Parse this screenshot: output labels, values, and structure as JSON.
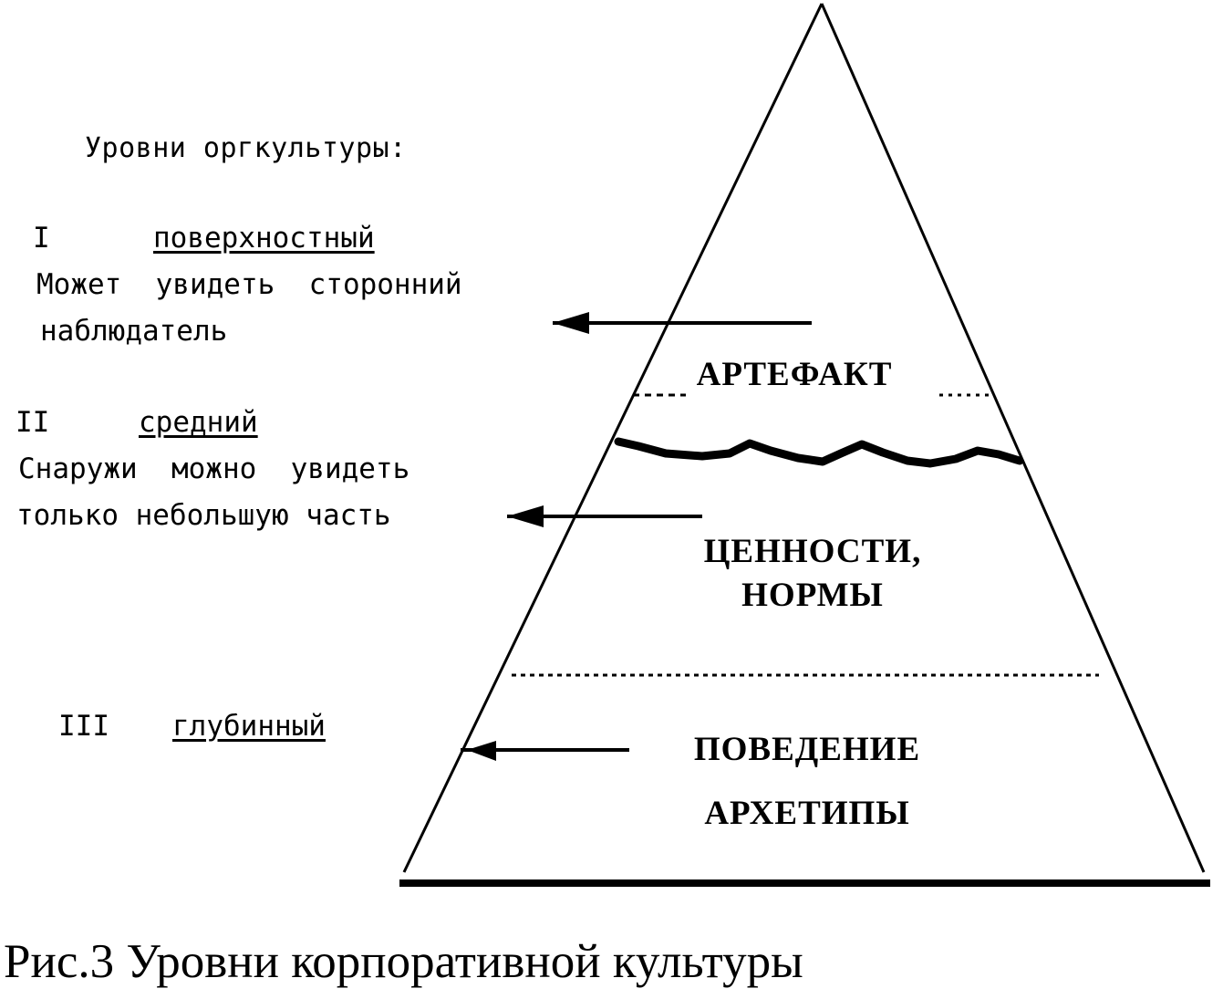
{
  "figure": {
    "caption": "Рис.3 Уровни корпоративной культуры"
  },
  "legend": {
    "heading": "Уровни оргкультуры:",
    "levels": [
      {
        "numeral": "I",
        "name": "поверхностный",
        "description_lines": [
          "Может  увидеть  сторонний",
          "наблюдатель"
        ]
      },
      {
        "numeral": "II",
        "name": "средний",
        "description_lines": [
          "Снаружи  можно  увидеть",
          "только небольшую часть"
        ]
      },
      {
        "numeral": "III",
        "name": "глубинный",
        "description_lines": []
      }
    ]
  },
  "pyramid": {
    "bands": [
      {
        "id": "artifact",
        "label": "АРТЕФАКТ"
      },
      {
        "id": "values",
        "label_line_1": "ЦЕННОСТИ,",
        "label_line_2": "НОРМЫ"
      },
      {
        "id": "behaviour",
        "label_line_1": "ПОВЕДЕНИЕ",
        "label_line_2": "АРХЕТИПЫ"
      }
    ]
  },
  "colors": {
    "ink": "#000000",
    "paper": "#ffffff"
  },
  "chart_data": {
    "type": "diagram",
    "title": "Рис.3 Уровни корпоративной культуры",
    "subtype": "pyramid",
    "layers": [
      {
        "level": "I",
        "level_name": "поверхностный",
        "pyramid_label": "АРТЕФАКТ",
        "note": "Может увидеть сторонний наблюдатель"
      },
      {
        "level": "II",
        "level_name": "средний",
        "pyramid_label": "ЦЕННОСТИ, НОРМЫ",
        "note": "Снаружи можно увидеть только небольшую часть"
      },
      {
        "level": "III",
        "level_name": "глубинный",
        "pyramid_label": "ПОВЕДЕНИЕ АРХЕТИПЫ",
        "note": ""
      }
    ]
  }
}
